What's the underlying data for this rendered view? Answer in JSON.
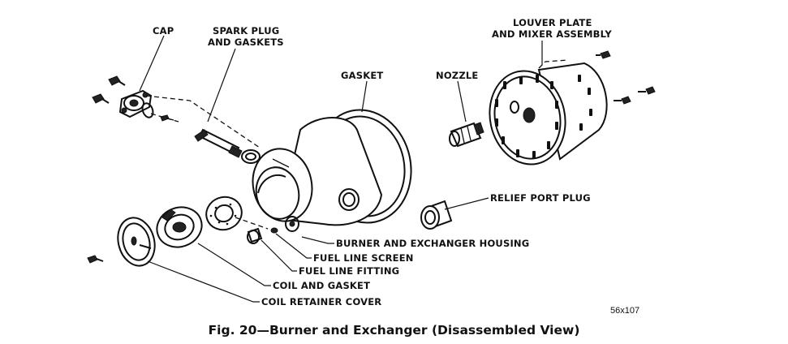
{
  "labels": {
    "cap": "CAP",
    "spark_plug_line1": "SPARK PLUG",
    "spark_plug_line2": "AND GASKETS",
    "gasket": "GASKET",
    "nozzle": "NOZZLE",
    "louver_line1": "LOUVER PLATE",
    "louver_line2": "AND MIXER ASSEMBLY",
    "relief_port_plug": "RELIEF PORT PLUG",
    "burner_housing": "BURNER AND EXCHANGER HOUSING",
    "fuel_line_screen": "FUEL LINE SCREEN",
    "fuel_line_fitting": "FUEL LINE FITTING",
    "coil_and_gasket": "COIL AND GASKET",
    "coil_retainer_cover": "COIL RETAINER COVER"
  },
  "reference_number": "56x107",
  "caption": {
    "figure": "Fig. 20",
    "dash": "—",
    "title": "Burner and Exchanger (Disassembled View)"
  }
}
